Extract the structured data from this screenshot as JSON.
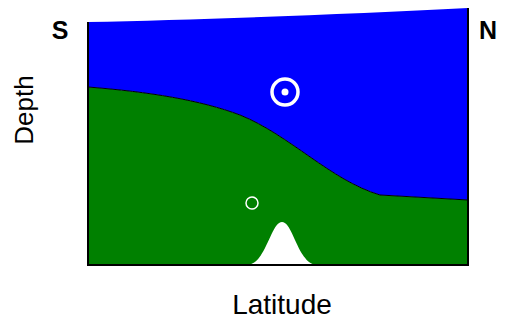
{
  "diagram": {
    "labels": [
      "S",
      "N",
      "Depth",
      "Latitude"
    ]
  }
}
